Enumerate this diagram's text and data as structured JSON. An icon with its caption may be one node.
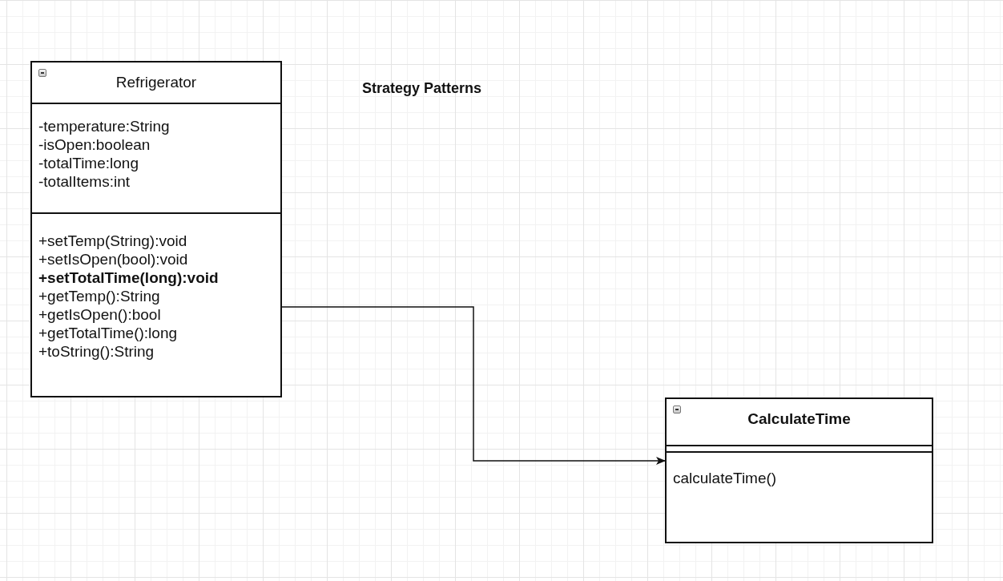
{
  "diagram": {
    "title": "Strategy Patterns",
    "nodes": [
      {
        "text": [
          "Refrigerator"
        ]
      },
      {
        "text": [
          "-temperature:String",
          "-isOpen:boolean",
          "-totalTime:long",
          "-totalItems:int"
        ],
        "in": 0
      },
      {
        "text": [
          "+setTemp(String):void",
          "+setIsOpen(bool):void",
          "**+setTotalTime(long):void**",
          "+getTemp():String",
          "+getIsOpen():bool",
          "+getTotalTime():long",
          "+toString():String"
        ],
        "in": 0
      },
      {
        "text": [
          "CalculateTime"
        ]
      },
      {
        "text": [],
        "shape": "box",
        "in": 3
      },
      {
        "text": [
          "calculateTime()"
        ],
        "in": 3
      }
    ],
    "edges": [
      {
        "from": 0,
        "to": 3,
        "arrow": "to"
      }
    ]
  }
}
